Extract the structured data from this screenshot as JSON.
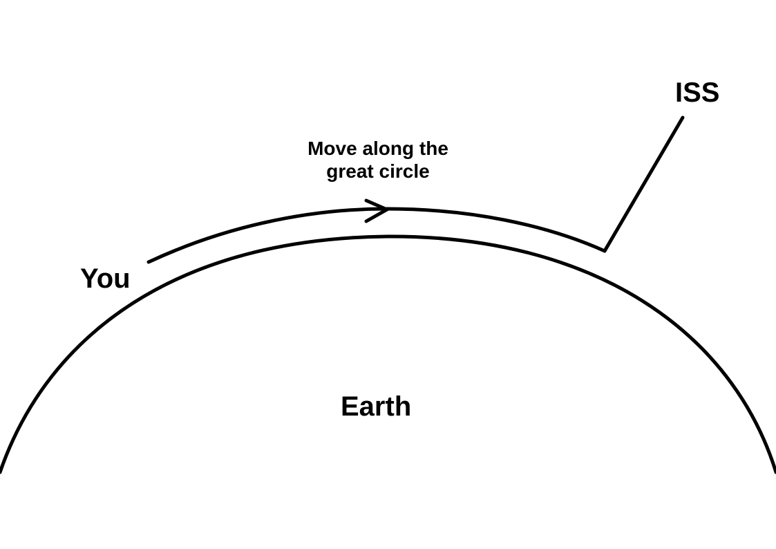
{
  "labels": {
    "iss": "ISS",
    "you": "You",
    "earth": "Earth",
    "path_caption_line1": "Move along the",
    "path_caption_line2": "great circle"
  },
  "colors": {
    "stroke": "#000000",
    "background": "#ffffff"
  }
}
